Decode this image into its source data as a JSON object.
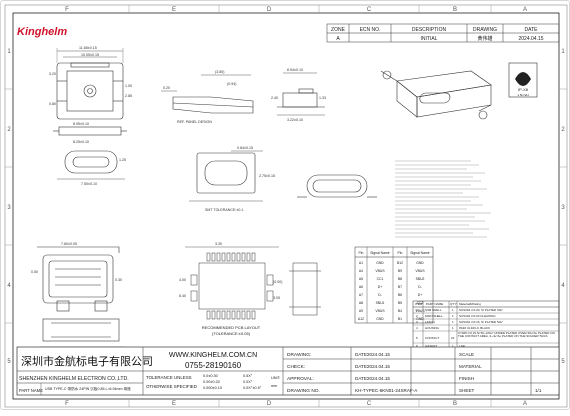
{
  "logo": {
    "text": "Kinghelm"
  },
  "zone_labels": {
    "top": [
      "F",
      "E",
      "D",
      "C",
      "B",
      "A"
    ],
    "bottom": [
      "F",
      "E",
      "D",
      "C",
      "B",
      "A"
    ],
    "left": [
      "1",
      "2",
      "3",
      "4",
      "5"
    ],
    "right": [
      "1",
      "2",
      "3",
      "4",
      "5"
    ]
  },
  "revision_block": {
    "headers": [
      "ZONE",
      "ECN NO.",
      "DESCRIPTION",
      "DRAWING",
      "DATE"
    ],
    "row": {
      "zone": "A",
      "ecn": "",
      "description": "INITIAL",
      "drawing": "黄伟雄",
      "date": "2024.04.15"
    }
  },
  "dimensions": {
    "top_view": [
      "11.65±0.15",
      "10.05±0.15",
      "8.95±0.10",
      "8.25±0.10",
      "7.50±0.10",
      "3.20",
      "0.80",
      "1.00",
      "2.85",
      "1.25"
    ],
    "pcb_ref": [
      "REF. PANEL DESIGN",
      "(3.80)",
      "(0.94)",
      "(1.40)",
      "0.20"
    ],
    "side": [
      "6.94±0.10",
      "3.22±0.10",
      "1.33",
      "2.40",
      "1.70"
    ],
    "bottom_view": [
      "7.60±0.05",
      "0.50",
      "0.30",
      "1.60",
      "2.55",
      "(0.00)",
      "3.05",
      "3.30",
      "4.00",
      "6.40"
    ],
    "detail": [
      "SMT TOLERANCE:±0.1",
      "0.84±0.15",
      "2.75±0.15"
    ]
  },
  "pcb_layout_caption": [
    "RECOMMENDED PCB LAYOUT",
    "(TOLERANCE:±0.05)"
  ],
  "ip_badge": {
    "rating": "IP-X8",
    "sub": "1.5m/2H"
  },
  "pin_table": {
    "headers": [
      "Pin",
      "Signal Name",
      "Pin",
      "Signal Name"
    ],
    "rows": [
      [
        "A1",
        "GND",
        "B12",
        "GND"
      ],
      [
        "A4",
        "VBUS",
        "B9",
        "VBUS"
      ],
      [
        "A5",
        "CC1",
        "B8",
        "SBU2"
      ],
      [
        "A6",
        "D+",
        "B7",
        "D-"
      ],
      [
        "A7",
        "D-",
        "B6",
        "D+"
      ],
      [
        "A8",
        "SBU1",
        "B5",
        "CC2"
      ],
      [
        "A9",
        "VBUS",
        "B4",
        "VBUS"
      ],
      [
        "A12",
        "GND",
        "B1",
        "GND"
      ]
    ]
  },
  "material_table": {
    "headers": [
      "ITEM",
      "PART NAME",
      "Q'TY",
      "Material&Plating"
    ],
    "rows": [
      [
        "1",
        "SUB SHELL",
        "1",
        "SUS304 t=0.20, Ni PLATED 30u\""
      ],
      [
        "2",
        "MAIN SHELL",
        "1",
        "SUS304 t=0.20 CLEANING"
      ],
      [
        "3",
        "LATCH",
        "1",
        "SUS301 t=0.15, Ni PLATED 50u\""
      ],
      [
        "4",
        "HOUSING",
        "1",
        "PA46 UL94V-0, BLACK"
      ],
      [
        "5",
        "CONTACT",
        "24",
        "C7025 t=0.15,Ni 50~100u\" UNDER PLATED OVER.30u\"Au PLATED ON THE CONTACT AREA, 3~4u\"Au PLATED ON THE SOLDER TAILS"
      ],
      [
        "6",
        "GASKET",
        "1",
        "LSR"
      ],
      [
        "7",
        "",
        "",
        "SUS304 t=0.20 CLEANING"
      ],
      [
        "8",
        "COVER SHELL",
        "1",
        ""
      ]
    ]
  },
  "company": {
    "name_cn": "深圳市金航标电子有限公司",
    "name_en": "SHENZHEN KINGHELM ELECTRON CO.,LTD.",
    "website": "WWW.KINGHELM.COM.CN",
    "phone": "0755-28190160"
  },
  "part_name": {
    "label": "PART NAME",
    "value": "USB TYPE-C 带防水 24PIN 沉板0.85 L=6.94mm 母座"
  },
  "tolerance": {
    "label1": "TOLERANCE UNLESS",
    "label2": "OTHERWISE SPECIFIED",
    "linear": [
      "0.0±0.30",
      "0.00±0.20",
      "0.000±0.10"
    ],
    "angular": [
      "0.5X°",
      "0.0X°",
      "0.0X°±0.5°"
    ],
    "unit_label": "UNIT:",
    "unit_value": "mm"
  },
  "signoff": [
    {
      "label": "DRAWING:",
      "name": "",
      "date_label": "DATE:",
      "date": "2024.04.15"
    },
    {
      "label": "CHECK:",
      "name": "",
      "date_label": "DATE:",
      "date": "2024.04.15"
    },
    {
      "label": "APPROVAL:",
      "name": "",
      "date_label": "DATE:",
      "date": "2024.04.15"
    }
  ],
  "drawing_no": {
    "label": "DRAWING NO.",
    "value": "KH-TYPEC-6KN01-24SRAF-A"
  },
  "scale": {
    "label": "SCALE",
    "value": ""
  },
  "material": {
    "label": "MATERIAL",
    "value": ""
  },
  "finish": {
    "label": "FINISH",
    "value": ""
  },
  "sheet": {
    "label": "SHEET",
    "value": "1/1"
  }
}
